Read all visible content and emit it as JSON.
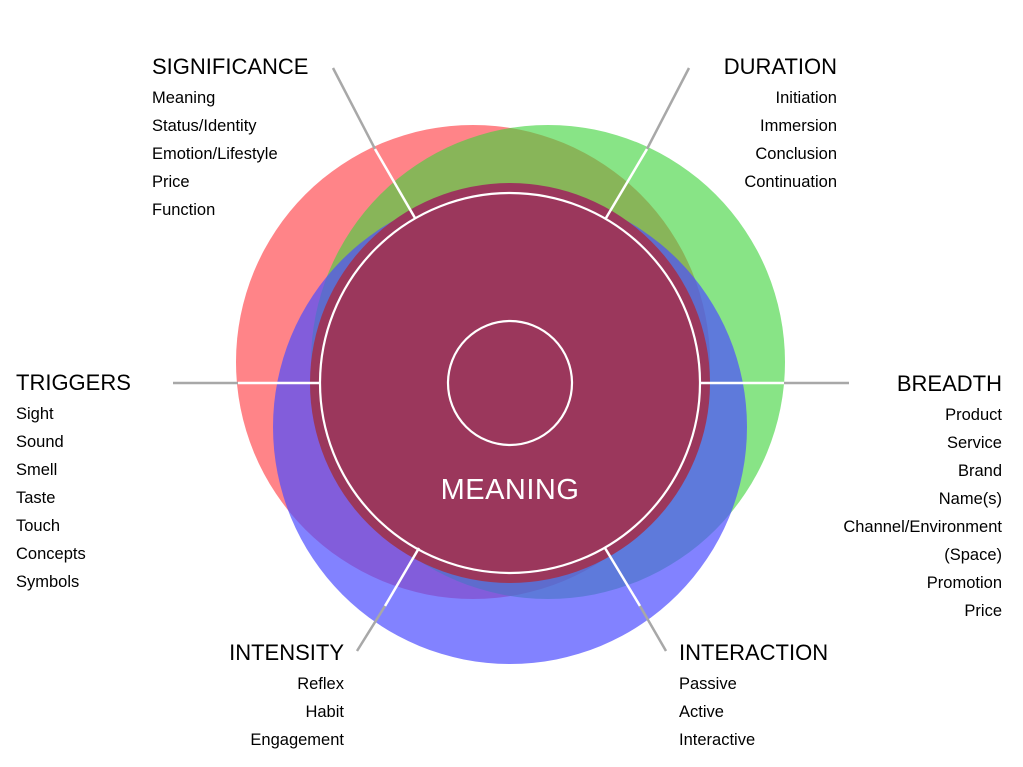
{
  "colors": {
    "red": "#ff4a4f",
    "green": "#3fd43b",
    "blue": "#4d4dff",
    "center": "#9b375c",
    "connector": "#a8a8a8",
    "ring": "#ffffff"
  },
  "center": {
    "label": "MEANING"
  },
  "groups": {
    "significance": {
      "title": "SIGNIFICANCE",
      "items": [
        "Meaning",
        "Status/Identity",
        "Emotion/Lifestyle",
        "Price",
        "Function"
      ]
    },
    "duration": {
      "title": "DURATION",
      "items": [
        "Initiation",
        "Immersion",
        "Conclusion",
        "Continuation"
      ]
    },
    "triggers": {
      "title": "TRIGGERS",
      "items": [
        "Sight",
        "Sound",
        "Smell",
        "Taste",
        "Touch",
        "Concepts",
        "Symbols"
      ]
    },
    "breadth": {
      "title": "BREADTH",
      "items": [
        "Product",
        "Service",
        "Brand",
        "Name(s)",
        "Channel/Environment",
        "(Space)",
        "Promotion",
        "Price"
      ]
    },
    "intensity": {
      "title": "INTENSITY",
      "items": [
        "Reflex",
        "Habit",
        "Engagement"
      ]
    },
    "interaction": {
      "title": "INTERACTION",
      "items": [
        "Passive",
        "Active",
        "Interactive"
      ]
    }
  }
}
